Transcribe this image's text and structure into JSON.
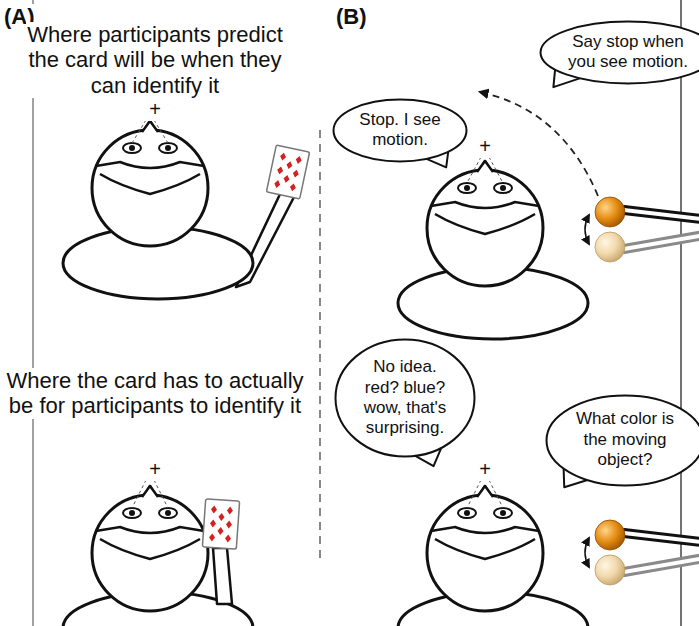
{
  "diagram": {
    "nodes": [
      {
        "text": [
          "Say stop when you see motion."
        ]
      },
      {
        "text": [
          "Stop. I see motion."
        ]
      },
      {
        "text": [
          "No idea. red? blue? wow, that's surprising."
        ]
      },
      {
        "text": [
          "What color is the moving object?"
        ]
      }
    ],
    "labels": [
      "(A)",
      "Where participants predict the card will be when they can identify it",
      "+",
      "Where the card has to actually be for participants to identify it",
      "+",
      "(B)",
      "+",
      "+"
    ]
  }
}
